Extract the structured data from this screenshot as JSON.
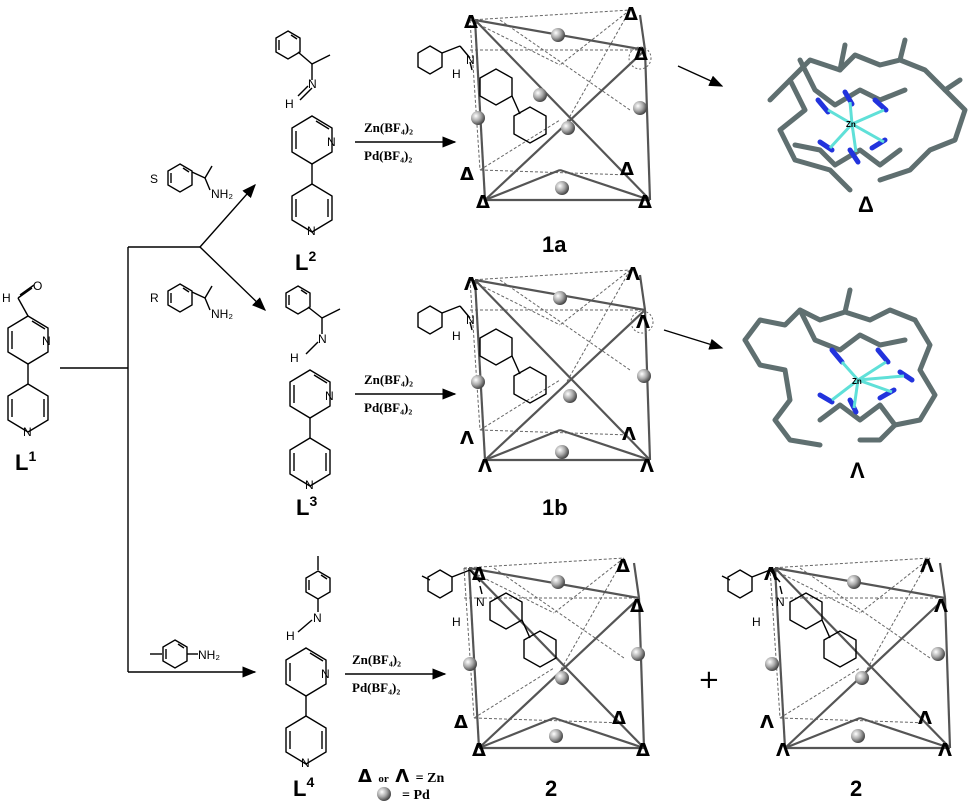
{
  "ligands": {
    "L1": {
      "base": "L",
      "sup": "1",
      "atom_N": "N",
      "atom_O": "O",
      "atom_H": "H"
    },
    "L2": {
      "base": "L",
      "sup": "2",
      "atom_H": "H",
      "atom_N": "N"
    },
    "L3": {
      "base": "L",
      "sup": "3",
      "atom_H": "H",
      "atom_N": "N"
    },
    "L4": {
      "base": "L",
      "sup": "4",
      "atom_H": "H",
      "atom_N": "N"
    }
  },
  "amines": {
    "s_amine": {
      "label": "S",
      "group": "NH₂"
    },
    "r_amine": {
      "label": "R",
      "group": "NH₂"
    },
    "tolyl_amine": {
      "group": "NH₂"
    }
  },
  "reagents": {
    "zn": "Zn(BF₄)₂",
    "pd": "Pd(BF₄)₂"
  },
  "products": {
    "p1a": "1a",
    "p1b": "1b",
    "p2_left": "2",
    "p2_right": "2"
  },
  "symbols": {
    "delta": "Δ",
    "lambda": "Λ",
    "plus": "+"
  },
  "crystal": {
    "delta_center": "Zn",
    "lambda_center": "Zn",
    "delta_label": "Δ",
    "lambda_label": "Λ"
  },
  "legend": {
    "delta": "Δ",
    "or": "or",
    "lambda": "Λ",
    "zn_text": "= Zn",
    "pd_text": "= Pd"
  },
  "colors": {
    "nitrogen": "#2233dd",
    "zinc": "#5fe0d8",
    "carbon": "#5f6f70",
    "pd_sphere": "#9a9a9a"
  }
}
